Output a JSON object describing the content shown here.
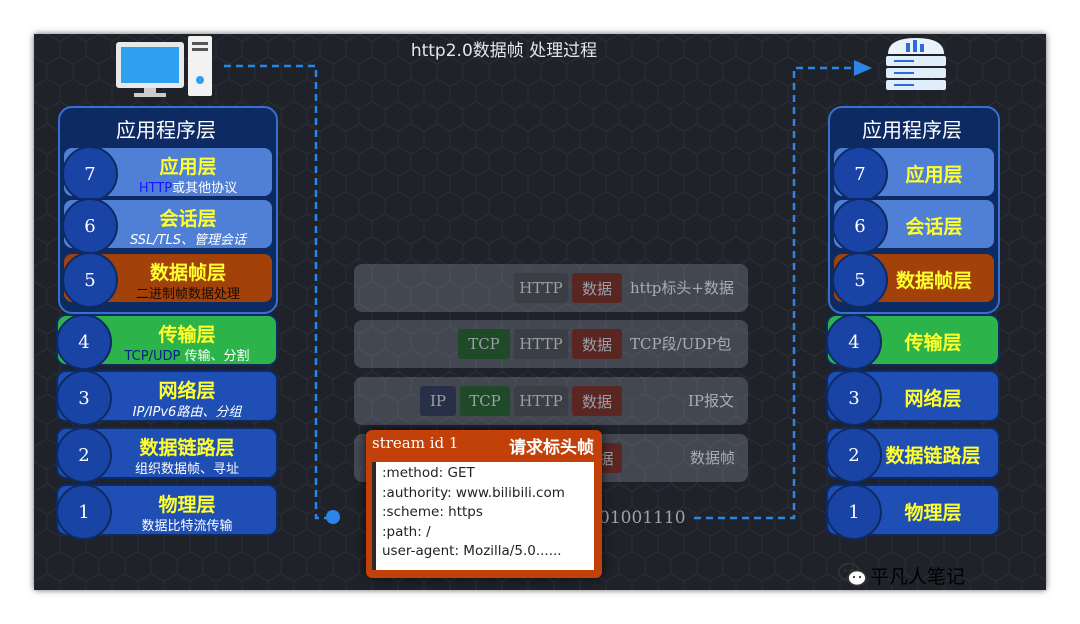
{
  "title": "http2.0数据帧 处理过程",
  "left_stack": {
    "header": "应用程序层",
    "layers": [
      {
        "num": "7",
        "name": "应用层",
        "desc_prefix": "HTTP",
        "desc": "或其他协议",
        "style": "light"
      },
      {
        "num": "6",
        "name": "会话层",
        "desc_prefix": "",
        "desc": "SSL/TLS、管理会话",
        "style": "light"
      },
      {
        "num": "5",
        "name": "数据帧层",
        "desc_prefix": "",
        "desc": "二进制帧数据处理",
        "style": "orange"
      },
      {
        "num": "4",
        "name": "传输层",
        "desc_prefix": "TCP/UDP",
        "desc": " 传输、分割",
        "style": "green"
      },
      {
        "num": "3",
        "name": "网络层",
        "desc_prefix": "",
        "desc": "IP/IPv6路由、分组",
        "style": "blue"
      },
      {
        "num": "2",
        "name": "数据链路层",
        "desc_prefix": "",
        "desc": "组织数据帧、寻址",
        "style": "blue"
      },
      {
        "num": "1",
        "name": "物理层",
        "desc_prefix": "",
        "desc": "数据比特流传输",
        "style": "blue"
      }
    ]
  },
  "right_stack": {
    "header": "应用程序层",
    "layers": [
      {
        "num": "7",
        "name": "应用层",
        "style": "light"
      },
      {
        "num": "6",
        "name": "会话层",
        "style": "light"
      },
      {
        "num": "5",
        "name": "数据帧层",
        "style": "orange"
      },
      {
        "num": "4",
        "name": "传输层",
        "style": "green"
      },
      {
        "num": "3",
        "name": "网络层",
        "style": "blue"
      },
      {
        "num": "2",
        "name": "数据链路层",
        "style": "blue"
      },
      {
        "num": "1",
        "name": "物理层",
        "style": "blue"
      }
    ]
  },
  "packets": [
    {
      "boxes": [
        "HTTP",
        "数据"
      ],
      "label": "http标头+数据"
    },
    {
      "boxes": [
        "TCP",
        "HTTP",
        "数据"
      ],
      "label": "TCP段/UDP包"
    },
    {
      "boxes": [
        "IP",
        "TCP",
        "HTTP",
        "数据"
      ],
      "label": "IP报文"
    },
    {
      "boxes": [
        "据"
      ],
      "label": "数据帧"
    }
  ],
  "bits": "01001110",
  "stream_card": {
    "id": "stream id 1",
    "title": "请求标头帧",
    "lines": [
      ":method: GET",
      ":authority: www.bilibili.com",
      ":scheme: https",
      ":path: /",
      "user-agent: Mozilla/5.0......"
    ]
  },
  "watermark": "平凡人笔记",
  "colors": {
    "background": "#1f2229",
    "stack_frame": "#0e2a62",
    "layer_light": "#4f80d6",
    "layer_blue": "#1f4fb4",
    "layer_orange": "#a2420a",
    "layer_green": "#2cb34a",
    "wire": "#2b86e6",
    "card": "#c2410a"
  },
  "icons": {
    "client": "desktop-computer-icon",
    "server": "server-rack-icon",
    "watermark": "wechat-icon"
  }
}
